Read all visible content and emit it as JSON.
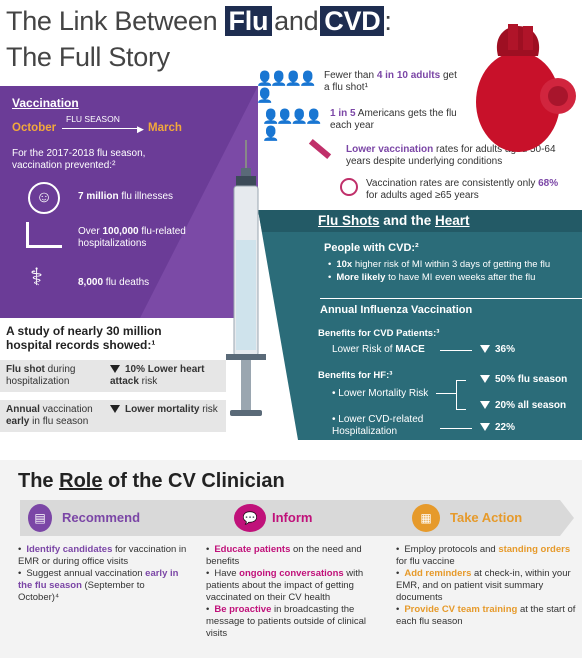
{
  "title": {
    "part1": "The Link Between",
    "flu": "Flu",
    "and": "and",
    "cvd": "CVD",
    "colon": ":",
    "line2": "The Full Story"
  },
  "vaccination": {
    "header": "Vaccination",
    "october": "October",
    "flu_season": "FLU SEASON",
    "march": "March",
    "intro": "For the 2017-2018 flu season, vaccination prevented:²",
    "items": [
      {
        "bold": "7 million",
        "rest": " flu illnesses"
      },
      {
        "pre": "Over ",
        "bold": "100,000",
        "rest": " flu-related hospitalizations"
      },
      {
        "bold": "8,000",
        "rest": " flu deaths"
      }
    ]
  },
  "stats": [
    {
      "pre": "Fewer than ",
      "bold": "4 in 10 adults",
      "rest": " get a flu shot¹"
    },
    {
      "bold": "1 in 5",
      "rest": " Americans gets the flu each year"
    },
    {
      "bold": "Lower vaccination",
      "rest": " rates for adults aged 50-64 years despite underlying conditions"
    },
    {
      "pre": "Vaccination rates are consistently only ",
      "bold": "68%",
      "rest": " for adults aged ≥65 years"
    }
  ],
  "study": {
    "title": "A study of nearly 30 million hospital records showed:¹",
    "rows": [
      {
        "left_bold": "Flu shot",
        "left_rest": " during hospitalization",
        "right_bold": "10% Lower heart attack",
        "right_rest": " risk"
      },
      {
        "left_bold": "Annual",
        "left_rest": " vaccination ",
        "left_bold2": "early",
        "left_rest2": " in flu season",
        "right_bold": "Lower mortality",
        "right_rest": " risk"
      }
    ]
  },
  "heart": {
    "header_a": "Flu Shots",
    "header_b": " and the ",
    "header_c": "Heart",
    "cvd_title": "People with CVD:²",
    "cvd_items": [
      {
        "bold": "10x",
        "rest": " higher risk of MI within 3 days of getting the flu"
      },
      {
        "bold": "More likely",
        "rest": " to have MI even weeks after the flu"
      }
    ],
    "annual_title": "Annual Influenza Vaccination",
    "cvd_benefits_title": "Benefits for CVD Patients:³",
    "mace_label": "Lower Risk of ",
    "mace_bold": "MACE",
    "mace_value": "36%",
    "hf_title": "Benefits for HF:³",
    "mortality_label": "Lower Mortality Risk",
    "mortality_v1": "50% flu season",
    "mortality_v2": "20% all season",
    "hosp_label": "Lower CVD-related Hospitalization",
    "hosp_value": "22%"
  },
  "role": {
    "title_a": "The ",
    "title_b": "Role",
    "title_c": " of the CV Clinician",
    "steps": [
      {
        "label": "Recommend"
      },
      {
        "label": "Inform"
      },
      {
        "label": "Take Action"
      }
    ],
    "recommend": [
      {
        "bold": "Identify candidates",
        "rest": " for vaccination in EMR or during office visits"
      },
      {
        "pre": "Suggest annual vaccination ",
        "bold": "early in the flu season",
        "rest": " (September to October)⁴"
      }
    ],
    "inform": [
      {
        "bold": "Educate patients",
        "rest": " on the need and  benefits"
      },
      {
        "pre": "Have ",
        "bold": "ongoing conversations",
        "rest": " with patients about the impact of getting vaccinated on their CV health"
      },
      {
        "bold": "Be proactive",
        "rest": " in broadcasting the message to patients outside of clinical visits"
      }
    ],
    "action": [
      {
        "pre": "Employ protocols and ",
        "bold": "standing orders",
        "rest": " for flu vaccine"
      },
      {
        "bold": "Add reminders",
        "rest": " at check-in, within your EMR, and on patient visit summary documents"
      },
      {
        "bold": "Provide CV team training",
        "rest": " at the start of each flu season"
      }
    ]
  },
  "colors": {
    "purple": "#7b46a6",
    "navy": "#1e2d50",
    "teal": "#2d6e7b",
    "orange": "#e69a2b",
    "pink": "#c0117a"
  }
}
